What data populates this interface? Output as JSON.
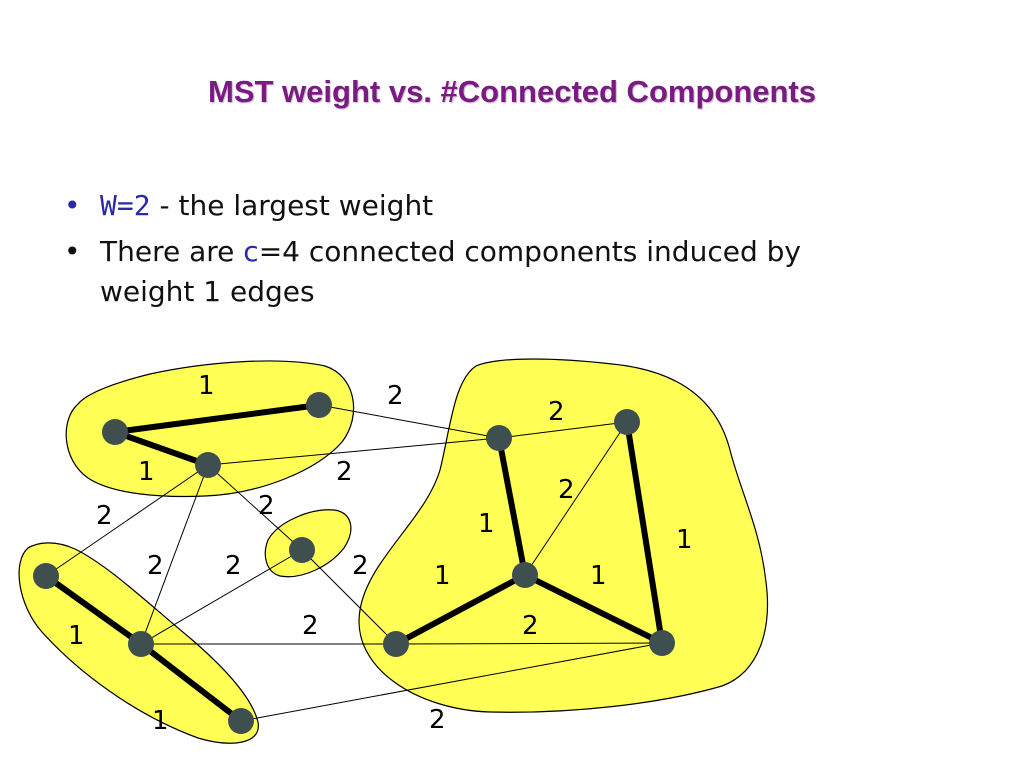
{
  "slide": {
    "title": "MST weight vs. #Connected Components",
    "bullet1": {
      "highlight": "W=2",
      "rest": " - the largest weight"
    },
    "bullet2": {
      "line1_pre": "There are ",
      "line1_var": "c",
      "line1_post": "=4 connected components induced by",
      "line2": "weight 1 edges"
    }
  },
  "graph": {
    "edges": [
      {
        "from": "a",
        "to": "b",
        "weight": "1",
        "mst": true
      },
      {
        "from": "a",
        "to": "c",
        "weight": "1",
        "mst": true
      },
      {
        "from": "b",
        "to": "e",
        "weight": "2",
        "mst": false
      },
      {
        "from": "c",
        "to": "e",
        "weight": "2",
        "mst": false
      },
      {
        "from": "c",
        "to": "g",
        "weight": "2",
        "mst": false
      },
      {
        "from": "c",
        "to": "d",
        "weight": "2",
        "mst": false
      },
      {
        "from": "c",
        "to": "h",
        "weight": "2",
        "mst": false
      },
      {
        "from": "e",
        "to": "f",
        "weight": "2",
        "mst": false
      },
      {
        "from": "e",
        "to": "i",
        "weight": "1",
        "mst": true
      },
      {
        "from": "f",
        "to": "k",
        "weight": "1",
        "mst": true
      },
      {
        "from": "f",
        "to": "i",
        "weight": "2",
        "mst": false
      },
      {
        "from": "g",
        "to": "h",
        "weight": "1",
        "mst": true
      },
      {
        "from": "h",
        "to": "m",
        "weight": "1",
        "mst": true
      },
      {
        "from": "d",
        "to": "h",
        "weight": "2",
        "mst": false
      },
      {
        "from": "d",
        "to": "j",
        "weight": "2",
        "mst": false
      },
      {
        "from": "h",
        "to": "j",
        "weight": "2",
        "mst": false
      },
      {
        "from": "i",
        "to": "j",
        "weight": "1",
        "mst": true
      },
      {
        "from": "i",
        "to": "k",
        "weight": "1",
        "mst": true
      },
      {
        "from": "j",
        "to": "k",
        "weight": "2",
        "mst": false
      },
      {
        "from": "m",
        "to": "k",
        "weight": "2",
        "mst": false
      }
    ]
  }
}
